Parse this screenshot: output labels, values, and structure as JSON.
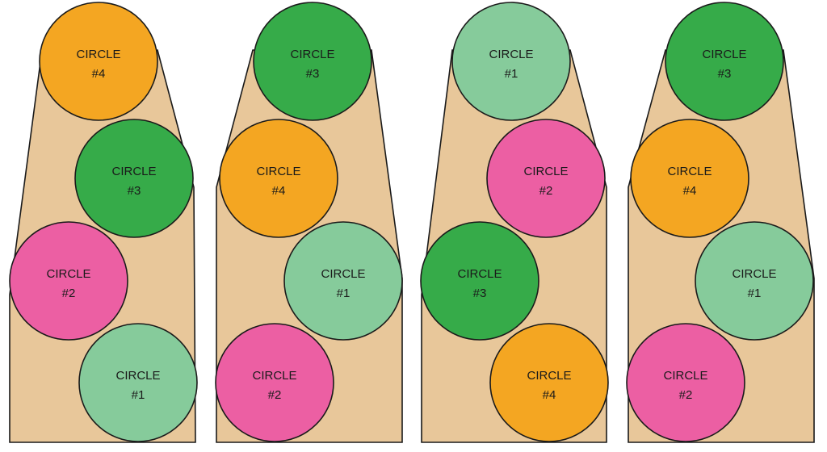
{
  "colors": {
    "panel_fill": "#e8c79a",
    "outline": "#1a1a1a",
    "circle_1": "#86cb9b",
    "circle_2": "#ec5fa3",
    "circle_3": "#36ab49",
    "circle_4": "#f4a622"
  },
  "panels": [
    {
      "circles": [
        {
          "label": "CIRCLE",
          "number": "#4",
          "color": "#f4a622"
        },
        {
          "label": "CIRCLE",
          "number": "#3",
          "color": "#36ab49"
        },
        {
          "label": "CIRCLE",
          "number": "#2",
          "color": "#ec5fa3"
        },
        {
          "label": "CIRCLE",
          "number": "#1",
          "color": "#86cb9b"
        }
      ]
    },
    {
      "circles": [
        {
          "label": "CIRCLE",
          "number": "#3",
          "color": "#36ab49"
        },
        {
          "label": "CIRCLE",
          "number": "#4",
          "color": "#f4a622"
        },
        {
          "label": "CIRCLE",
          "number": "#1",
          "color": "#86cb9b"
        },
        {
          "label": "CIRCLE",
          "number": "#2",
          "color": "#ec5fa3"
        }
      ]
    },
    {
      "circles": [
        {
          "label": "CIRCLE",
          "number": "#1",
          "color": "#86cb9b"
        },
        {
          "label": "CIRCLE",
          "number": "#2",
          "color": "#ec5fa3"
        },
        {
          "label": "CIRCLE",
          "number": "#3",
          "color": "#36ab49"
        },
        {
          "label": "CIRCLE",
          "number": "#4",
          "color": "#f4a622"
        }
      ]
    },
    {
      "circles": [
        {
          "label": "CIRCLE",
          "number": "#3",
          "color": "#36ab49"
        },
        {
          "label": "CIRCLE",
          "number": "#4",
          "color": "#f4a622"
        },
        {
          "label": "CIRCLE",
          "number": "#1",
          "color": "#86cb9b"
        },
        {
          "label": "CIRCLE",
          "number": "#2",
          "color": "#ec5fa3"
        }
      ]
    }
  ]
}
